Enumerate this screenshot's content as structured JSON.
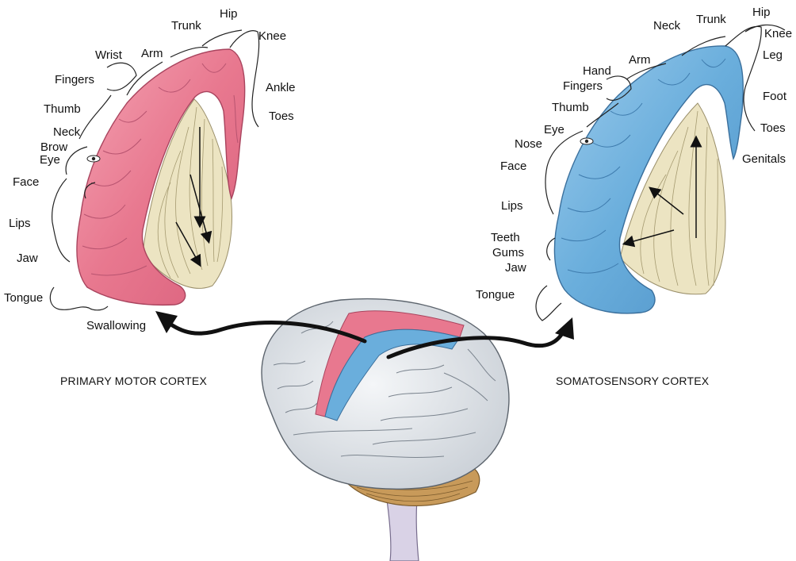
{
  "motor": {
    "caption": "PRIMARY MOTOR CORTEX",
    "labels": {
      "hip": "Hip",
      "trunk": "Trunk",
      "knee": "Knee",
      "wrist": "Wrist",
      "arm": "Arm",
      "fingers": "Fingers",
      "ankle": "Ankle",
      "thumb": "Thumb",
      "toes": "Toes",
      "neck": "Neck",
      "brow": "Brow",
      "eye": "Eye",
      "face": "Face",
      "lips": "Lips",
      "jaw": "Jaw",
      "tongue": "Tongue",
      "swallowing": "Swallowing"
    }
  },
  "sensory": {
    "caption": "SOMATOSENSORY CORTEX",
    "labels": {
      "hip": "Hip",
      "neck": "Neck",
      "trunk": "Trunk",
      "knee": "Knee",
      "leg": "Leg",
      "arm": "Arm",
      "hand": "Hand",
      "fingers": "Fingers",
      "foot": "Foot",
      "thumb": "Thumb",
      "eye": "Eye",
      "toes": "Toes",
      "nose": "Nose",
      "genitals": "Genitals",
      "face": "Face",
      "lips": "Lips",
      "teeth": "Teeth",
      "gums": "Gums",
      "jaw": "Jaw",
      "tongue": "Tongue"
    }
  },
  "colors": {
    "motor_cortex": "#e8788f",
    "sensory_cortex": "#6aaedc",
    "white_matter": "#ece4c2",
    "brain": "#dfe3e8",
    "cerebellum": "#c89a5a",
    "arrow": "#111111"
  }
}
